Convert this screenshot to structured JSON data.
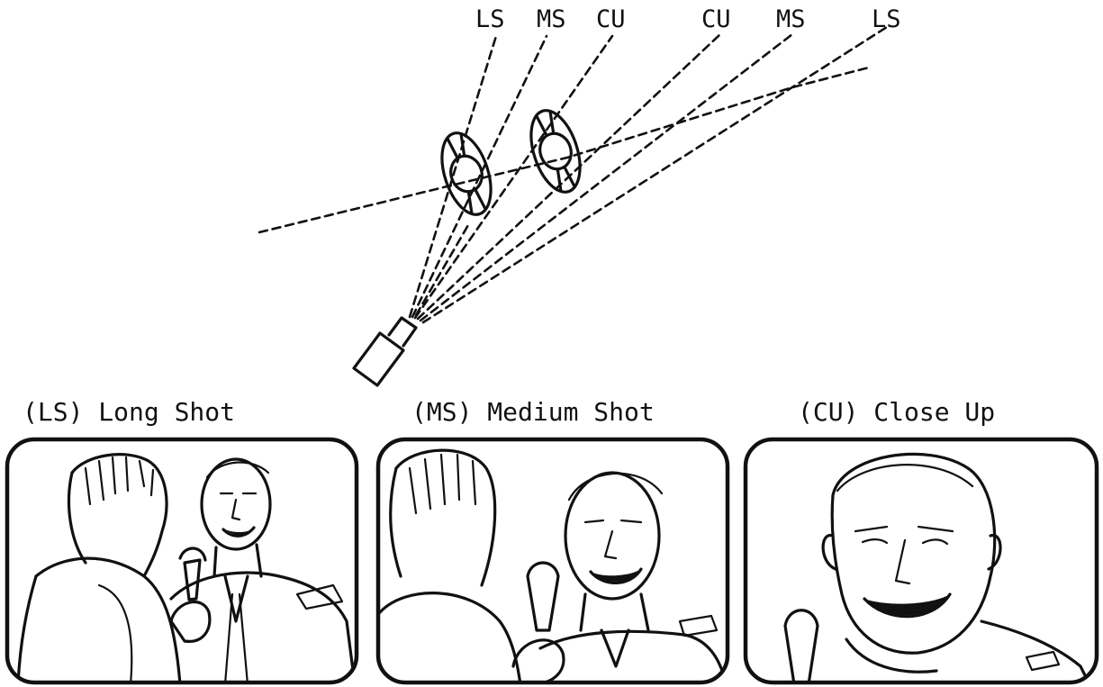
{
  "diagram": {
    "shot_labels": {
      "left_ls": "LS",
      "left_ms": "MS",
      "left_cu": "CU",
      "right_cu": "CU",
      "right_ms": "MS",
      "right_ls": "LS"
    },
    "panels": [
      {
        "caption": "(LS) Long Shot"
      },
      {
        "caption": "(MS) Medium Shot"
      },
      {
        "caption": "(CU) Close Up"
      }
    ]
  }
}
